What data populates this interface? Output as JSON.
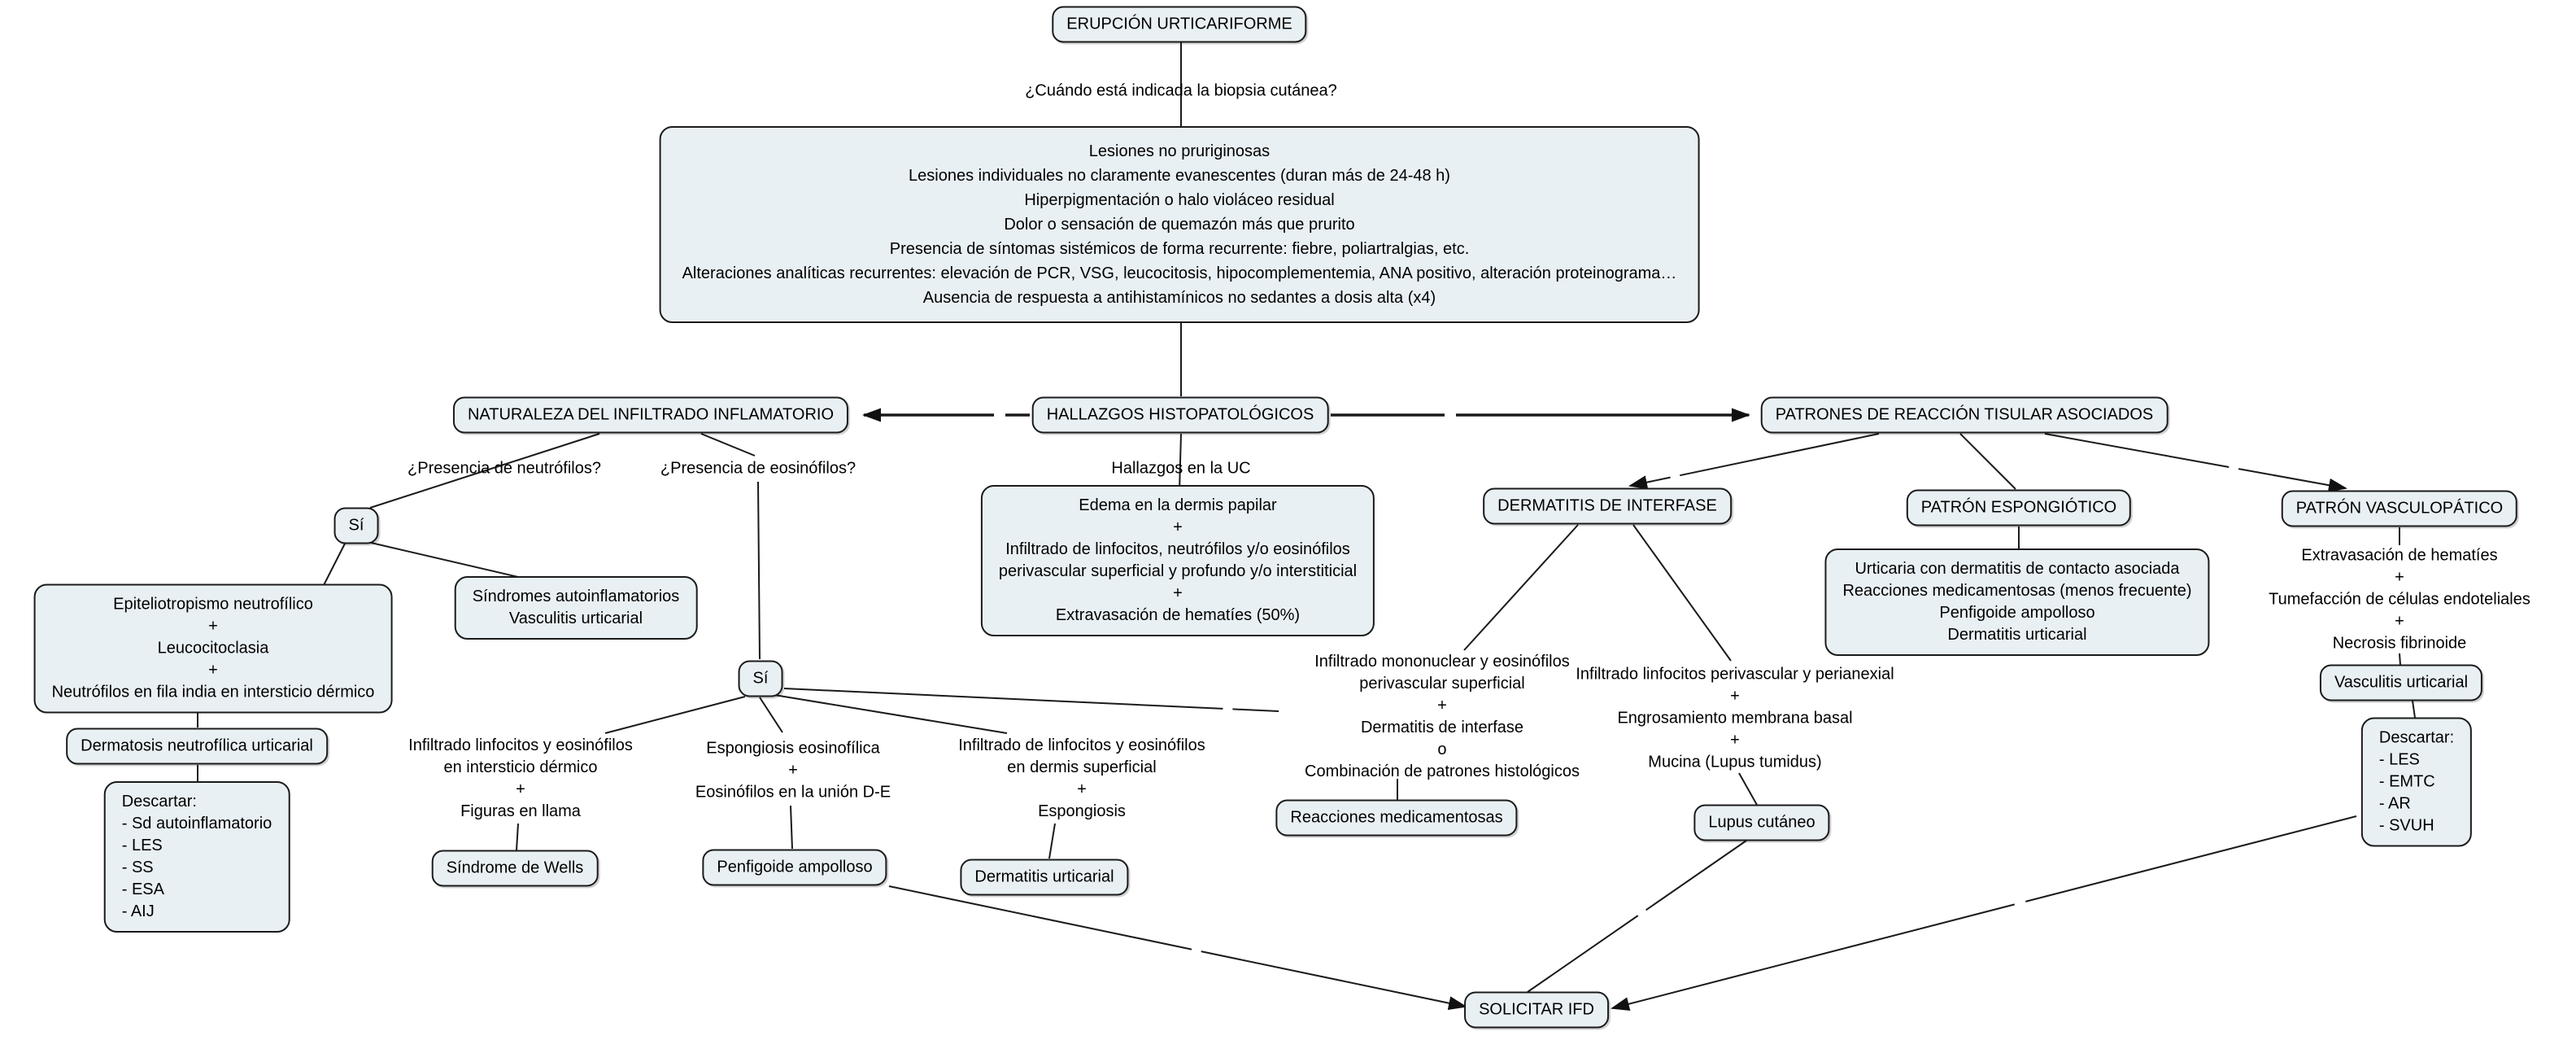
{
  "colors": {
    "background": "#ffffff",
    "node_fill": "#e9f0f3",
    "node_border": "#1b1b1b",
    "line": "#1a1a1a"
  },
  "root": {
    "title": "ERUPCIÓN URTICARIFORME",
    "question": "¿Cuándo está indicada la biopsia cutánea?"
  },
  "criteria_box": {
    "text": "Lesiones no pruriginosas\nLesiones individuales no claramente evanescentes (duran más de 24-48 h)\nHiperpigmentación o halo violáceo residual\nDolor o sensación de quemazón más que prurito\nPresencia de síntomas sistémicos de forma recurrente: fiebre, poliartralgias, etc.\nAlteraciones analíticas recurrentes: elevación de PCR, VSG, leucocitosis, hipocomplementemia, ANA positivo, alteración proteinograma…\nAusencia de respuesta a antihistamínicos no sedantes a dosis alta (x4)"
  },
  "hubs": {
    "hallazgos": "HALLAZGOS HISTOPATOLÓGICOS",
    "naturaleza": "NATURALEZA DEL INFILTRADO INFLAMATORIO",
    "patrones": "PATRONES DE REACCIÓN TISULAR ASOCIADOS"
  },
  "questions": {
    "neutrofilos": "¿Presencia de neutrófilos?",
    "eosinofilos": "¿Presencia de eosinófilos?",
    "hallazgos_uc": "Hallazgos en la UC",
    "yes_neutrofilos": "Sí",
    "yes_eosinofilos": "Sí"
  },
  "uc_box": {
    "text": "Edema en la dermis papilar\n+\nInfiltrado de linfocitos, neutrófilos y/o eosinófilos\nperivascular superficial y profundo y/o interstiticial\n+\nExtravasación de hematíes (50%)"
  },
  "neutrophil_branch": {
    "findings": "Epiteliotropismo neutrofílico\n+\nLeucocitoclasia\n+\nNeutrófilos en fila india en intersticio dérmico",
    "sindromes": "Síndromes autoinflamatorios\nVasculitis urticarial",
    "diagnosis": "Dermatosis neutrofílica urticarial",
    "descartar": "Descartar:\n- Sd autoinflamatorio\n- LES\n- SS\n- ESA\n- AIJ"
  },
  "eosinophil_branch": {
    "wells_findings": "Infiltrado linfocitos y eosinófilos\nen intersticio dérmico\n+\nFiguras en llama",
    "wells_node": "Síndrome de Wells",
    "penfigoide_findings": "Espongiosis eosinofílica\n+\nEosinófilos en la unión D-E",
    "penfigoide_node": "Penfigoide ampolloso",
    "dermatitis_findings": "Infiltrado de linfocitos y eosinófilos\nen dermis superficial\n+\nEspongiosis",
    "dermatitis_node": "Dermatitis urticarial"
  },
  "interfase": {
    "node": "DERMATITIS DE INTERFASE",
    "drug_findings": "Infiltrado mononuclear y eosinófilos\nperivascular superficial\n+\nDermatitis de interfase\no\nCombinación de patrones histológicos",
    "drug_node": "Reacciones medicamentosas",
    "lupus_findings": "Infiltrado linfocitos perivascular y perianexial\n+\nEngrosamiento membrana basal\n+\nMucina (Lupus tumidus)",
    "lupus_node": "Lupus cutáneo"
  },
  "espongiotico": {
    "node": "PATRÓN ESPONGIÓTICO",
    "ddx": "Urticaria con dermatitis de contacto asociada\nReacciones medicamentosas (menos frecuente)\nPenfigoide ampolloso\nDermatitis urticarial"
  },
  "vasculopatico": {
    "node": "PATRÓN VASCULOPÁTICO",
    "findings": "Extravasación de hematíes\n+\nTumefacción de células endoteliales\n+\nNecrosis fibrinoide",
    "diagnosis": "Vasculitis urticarial",
    "descartar": "Descartar:\n- LES\n- EMTC\n- AR\n- SVUH"
  },
  "final": {
    "node": "SOLICITAR IFD"
  }
}
